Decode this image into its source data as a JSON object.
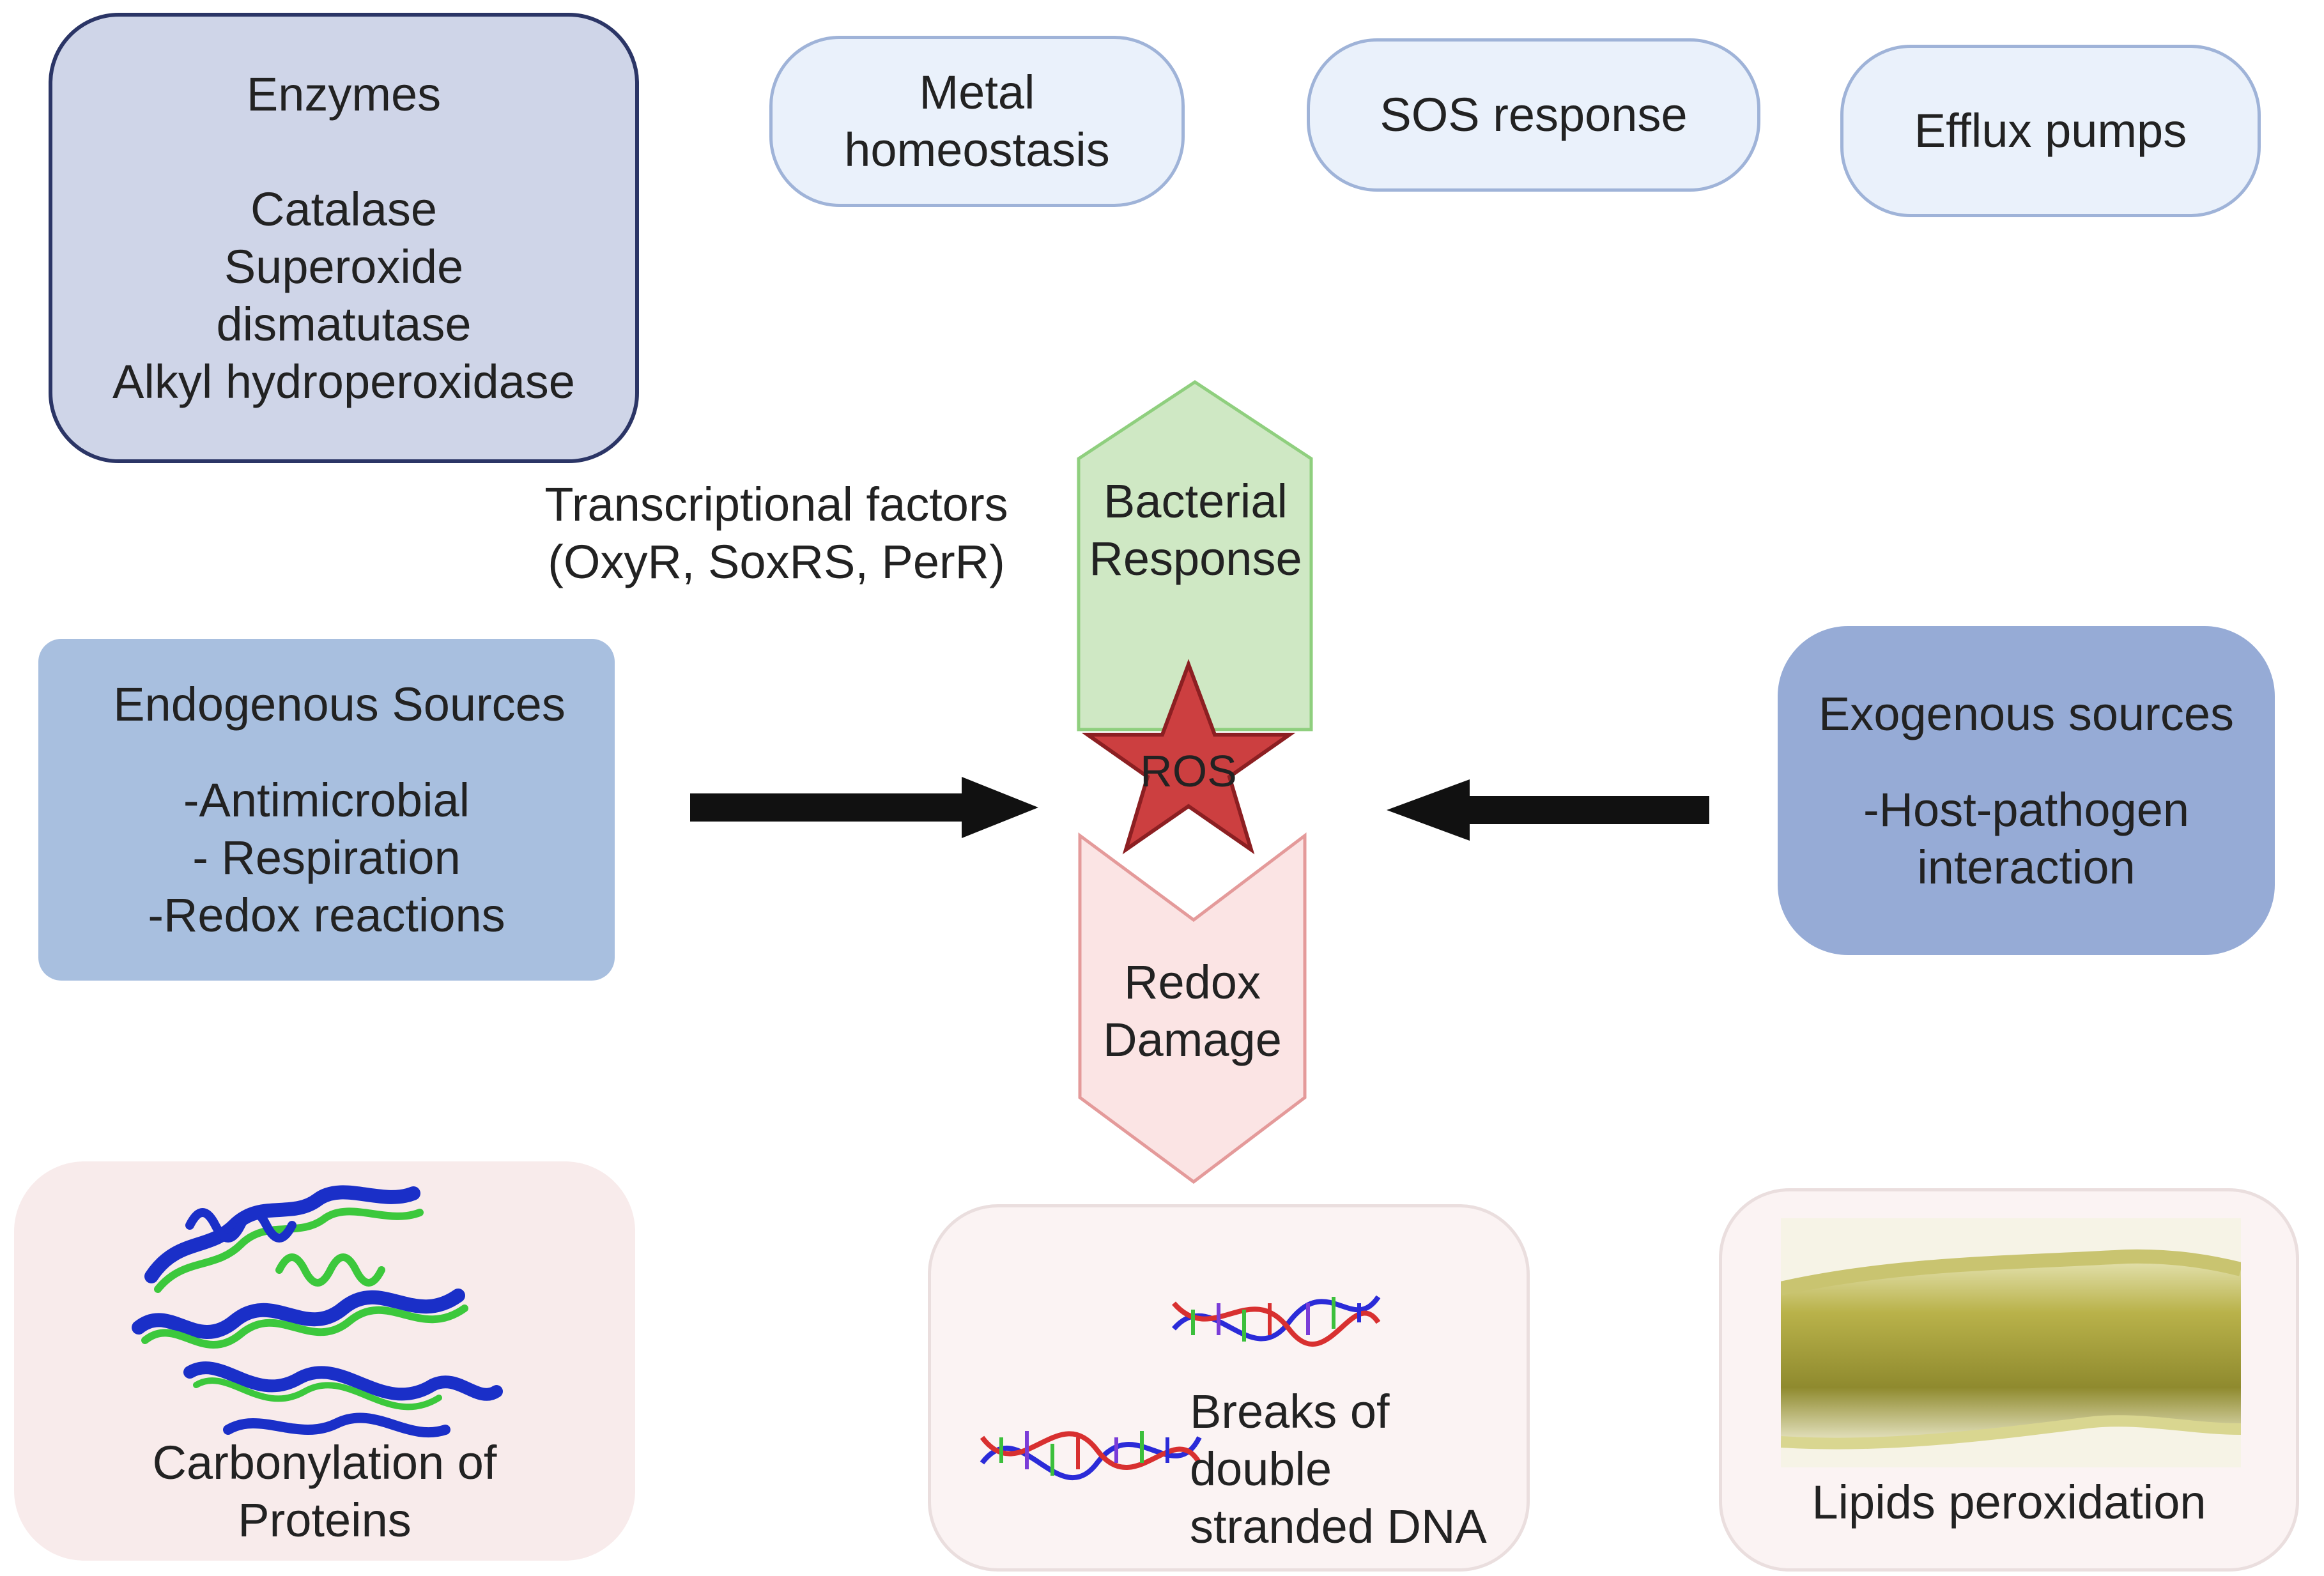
{
  "enzymes": {
    "title": "Enzymes",
    "items": [
      "Catalase",
      "Superoxide",
      "dismatutase",
      "Alkyl hydroperoxidase"
    ]
  },
  "metal": {
    "lines": [
      "Metal",
      "homeostasis"
    ]
  },
  "sos": {
    "label": "SOS response"
  },
  "efflux": {
    "label": "Efflux pumps"
  },
  "transcription": {
    "lines": [
      "Transcriptional factors",
      "(OxyR, SoxRS, PerR)"
    ]
  },
  "response": {
    "lines": [
      "Bacterial",
      "Response"
    ]
  },
  "ros": {
    "label": "ROS"
  },
  "damage": {
    "lines": [
      "Redox",
      "Damage"
    ]
  },
  "endogenous": {
    "title": "Endogenous Sources",
    "items": [
      "-Antimicrobial",
      "- Respiration",
      "-Redox reactions"
    ]
  },
  "exogenous": {
    "title": "Exogenous sources",
    "items": [
      "-Host-pathogen",
      "interaction"
    ]
  },
  "protein": {
    "lines": [
      "Carbonylation of",
      "Proteins"
    ]
  },
  "dna": {
    "lines": [
      "Breaks of",
      "double",
      "stranded DNA"
    ]
  },
  "lipid": {
    "label": "Lipids peroxidation"
  },
  "colors": {
    "enzymes_fill": "#cfd5e8",
    "enzymes_border": "#2b3566",
    "light_box": "#eaf1fb",
    "endogenous_fill": "#a8bfdf",
    "exogenous_fill": "#96abd6",
    "response_fill": "#cfe8c4",
    "response_border": "#8fcf7e",
    "damage_fill": "#fbe4e4",
    "damage_border": "#e49a9a",
    "ros_fill": "#cc3f40",
    "ros_border": "#8c1f22",
    "arrow": "#111111"
  }
}
